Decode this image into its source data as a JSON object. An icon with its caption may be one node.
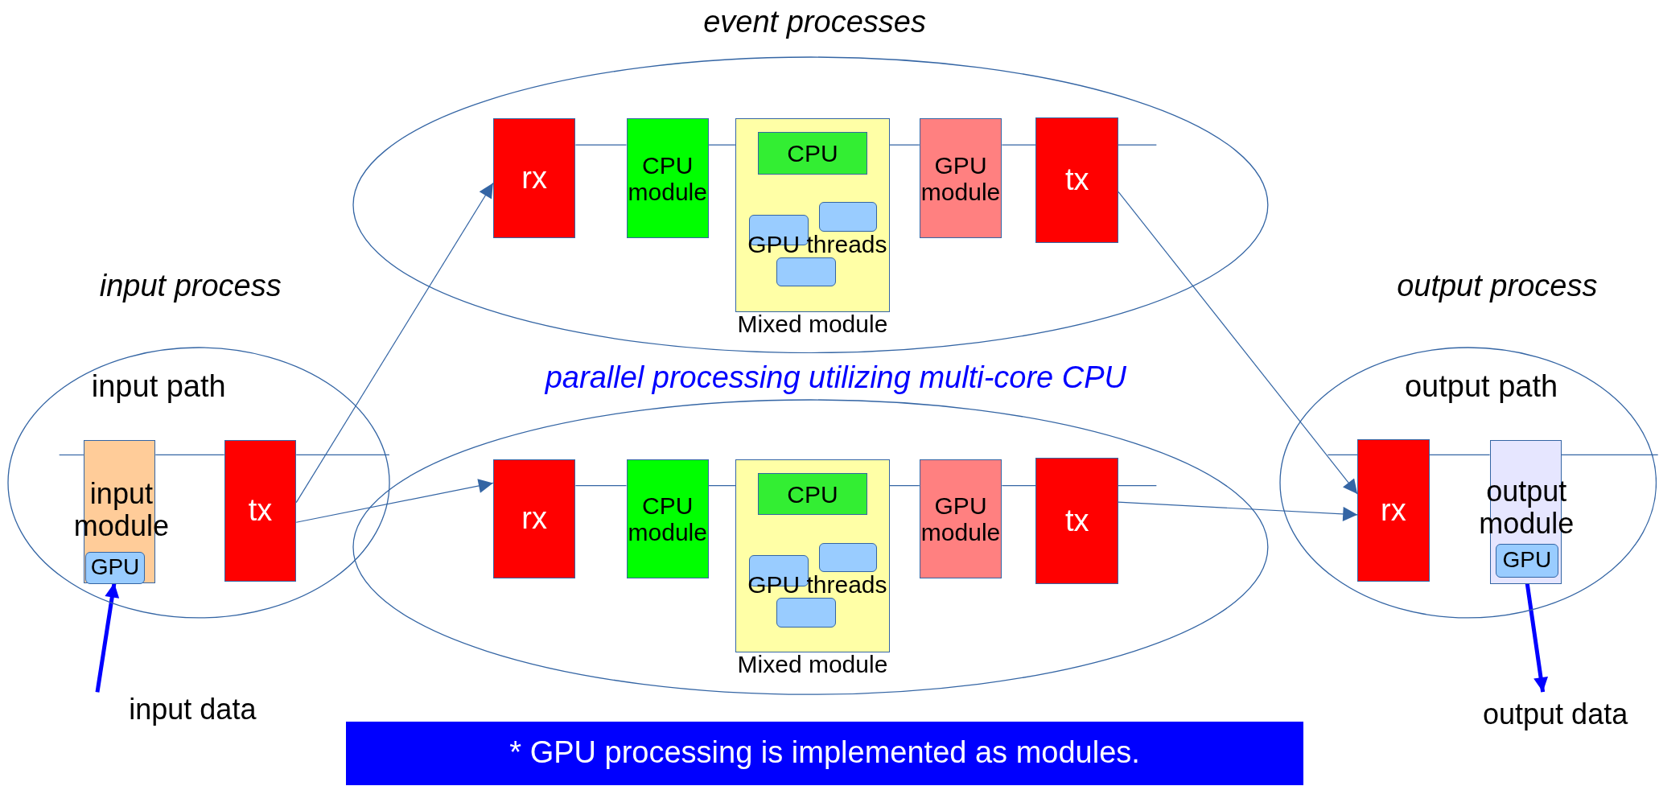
{
  "diagram": {
    "nodes": [
      {
        "text": [
          "event processes"
        ]
      },
      {
        "text": [
          "rx"
        ],
        "in": 0
      },
      {
        "text": [
          "CPU module"
        ],
        "in": 0
      },
      {
        "text": [
          "Mixed module"
        ],
        "in": 0
      },
      {
        "text": [
          "CPU"
        ],
        "in": 3
      },
      {
        "text": [],
        "shape": "box",
        "in": 3
      },
      {
        "text": [],
        "shape": "box",
        "in": 3
      },
      {
        "text": [],
        "shape": "box",
        "in": 3
      },
      {
        "text": [
          "GPU module"
        ],
        "in": 0
      },
      {
        "text": [
          "tx"
        ],
        "in": 0
      },
      {
        "text": [
          "input process",
          "input path"
        ]
      },
      {
        "text": [
          "input module"
        ],
        "in": 10
      },
      {
        "text": [
          "GPU"
        ],
        "in": 11
      },
      {
        "text": [
          "tx"
        ],
        "in": 10
      },
      {
        "text": [
          "parallel processing utilizing multi-core CPU"
        ]
      },
      {
        "text": [
          "rx"
        ],
        "in": 14
      },
      {
        "text": [
          "CPU module"
        ],
        "in": 14
      },
      {
        "text": [
          "Mixed module"
        ],
        "in": 14
      },
      {
        "text": [
          "CPU"
        ],
        "in": 17
      },
      {
        "text": [],
        "shape": "box",
        "in": 17
      },
      {
        "text": [],
        "shape": "box",
        "in": 17
      },
      {
        "text": [],
        "shape": "box",
        "in": 17
      },
      {
        "text": [
          "GPU module"
        ],
        "in": 14
      },
      {
        "text": [
          "tx"
        ],
        "in": 14
      },
      {
        "text": [
          "output process",
          "output path"
        ]
      },
      {
        "text": [
          "rx"
        ],
        "in": 24
      },
      {
        "text": [
          "output module"
        ],
        "in": 24
      },
      {
        "text": [
          "GPU"
        ],
        "in": 26
      },
      {
        "text": [
          "input data"
        ]
      },
      {
        "text": [
          "output data"
        ]
      },
      {
        "text": [
          "* GPU processing is implemented as modules."
        ]
      }
    ],
    "edges": [
      {
        "from": 13,
        "to": 1,
        "arrow": "to"
      },
      {
        "from": 13,
        "to": 15,
        "arrow": "to"
      },
      {
        "from": 9,
        "to": 25,
        "arrow": "to"
      },
      {
        "from": 23,
        "to": 25,
        "arrow": "to"
      },
      {
        "from": 28,
        "to": 12,
        "arrow": "to",
        "style": "thick",
        "color": "#0000ff"
      },
      {
        "from": 27,
        "to": 29,
        "arrow": "to",
        "style": "thick",
        "color": "#0000ff"
      },
      {
        "from": 11,
        "to": 13,
        "arrow": "none"
      },
      {
        "from": 1,
        "to": 2,
        "arrow": "none"
      },
      {
        "from": 2,
        "to": 3,
        "arrow": "none"
      },
      {
        "from": 3,
        "to": 8,
        "arrow": "none"
      },
      {
        "from": 8,
        "to": 9,
        "arrow": "none"
      },
      {
        "from": 15,
        "to": 16,
        "arrow": "none"
      },
      {
        "from": 16,
        "to": 17,
        "arrow": "none"
      },
      {
        "from": 17,
        "to": 22,
        "arrow": "none"
      },
      {
        "from": 22,
        "to": 23,
        "arrow": "none"
      },
      {
        "from": 25,
        "to": 26,
        "arrow": "none"
      },
      {
        "from": null,
        "to": 11,
        "arrow": "none"
      },
      {
        "from": 13,
        "to": null,
        "arrow": "none"
      },
      {
        "from": 9,
        "to": null,
        "arrow": "none"
      },
      {
        "from": 23,
        "to": null,
        "arrow": "none"
      },
      {
        "from": null,
        "to": 25,
        "arrow": "none"
      },
      {
        "from": 26,
        "to": null,
        "arrow": "none"
      }
    ],
    "labels": [
      "GPU threads",
      "GPU threads"
    ]
  }
}
